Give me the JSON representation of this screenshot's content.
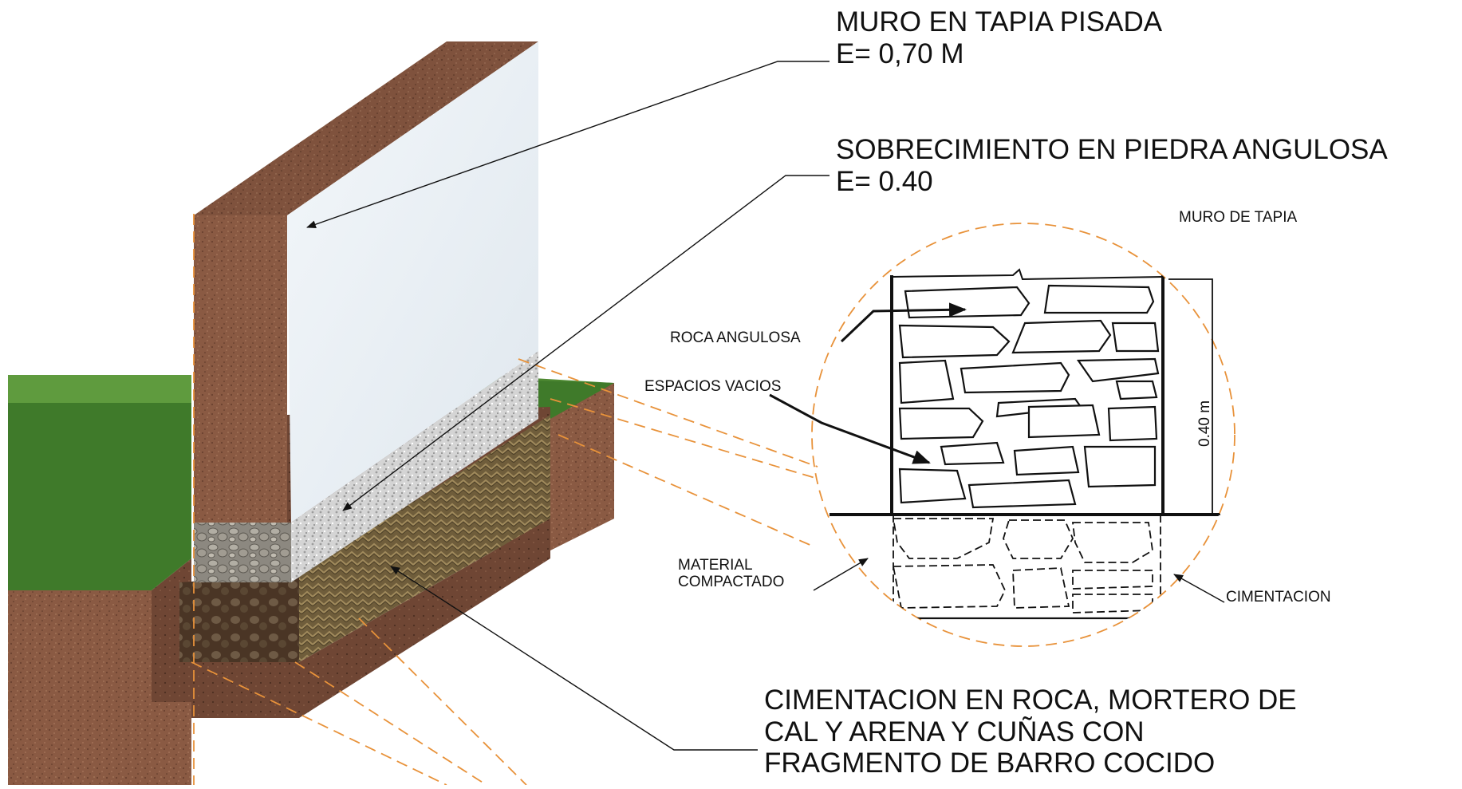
{
  "labels": {
    "muro_title": "MURO EN TAPIA PISADA",
    "muro_thickness": "E= 0,70 M",
    "sobrecimiento_title": "SOBRECIMIENTO EN PIEDRA ANGULOSA",
    "sobrecimiento_thickness": "E= 0.40",
    "detail_title": "MURO DE TAPIA",
    "roca_angulosa": "ROCA ANGULOSA",
    "espacios_vacios": "ESPACIOS VACIOS",
    "dimension": "0.40 m",
    "material_line1": "MATERIAL",
    "material_line2": "COMPACTADO",
    "cimentacion_short": "CIMENTACION",
    "cimentacion_line1": "CIMENTACION EN ROCA, MORTERO DE",
    "cimentacion_line2": "CAL Y ARENA Y CUÑAS CON",
    "cimentacion_line3": "FRAGMENTO DE BARRO COCIDO"
  },
  "colors": {
    "earth": "#8a5a43",
    "earth_dark": "#5e3a29",
    "grass": "#4f8a33",
    "grass_dark": "#2f5e1c",
    "wall_face": "#eef3f7",
    "gravel": "#c9c9c9",
    "foundation_weave": "#7d6a44",
    "stone_fill": "#8f8a80",
    "guide_orange": "#e8923a",
    "ink": "#111111"
  }
}
